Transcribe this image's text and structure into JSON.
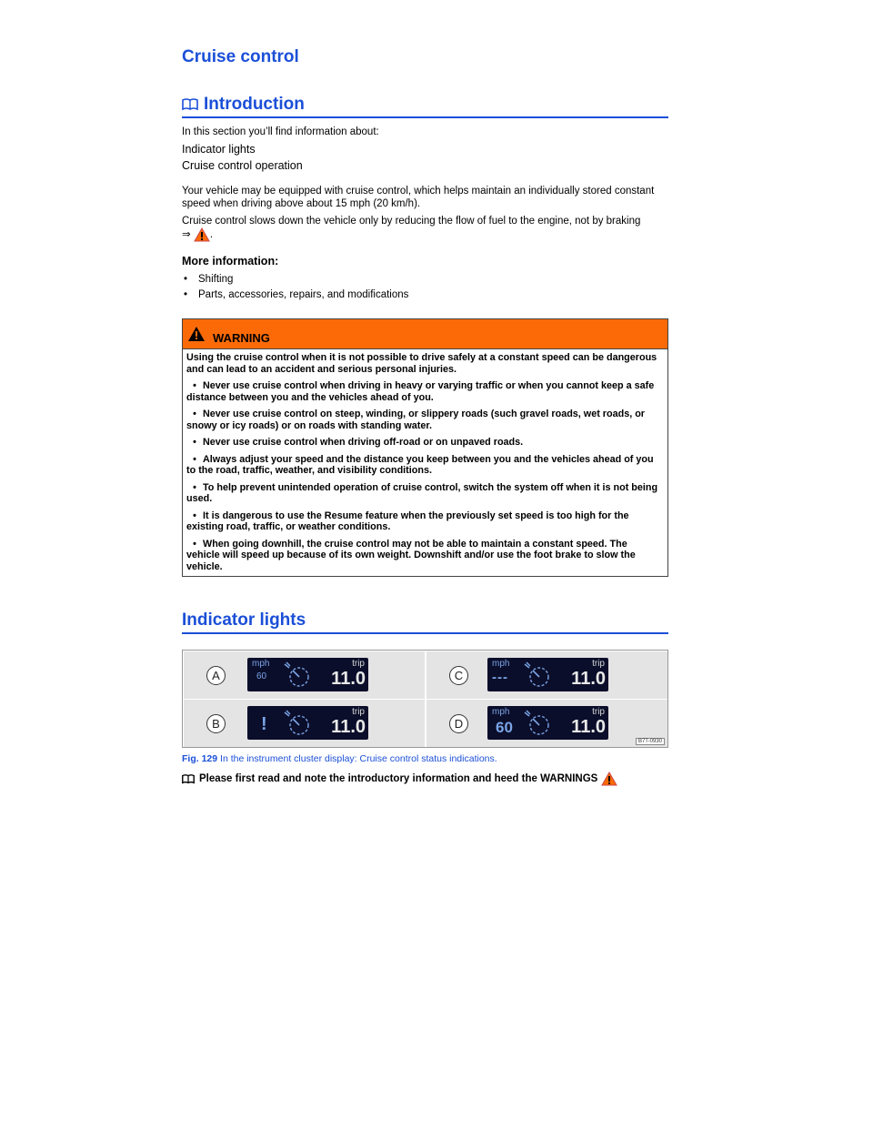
{
  "page": {
    "title": "Cruise control",
    "intro_heading": "Introduction",
    "intro_lead": "In this section you’ll find information about:",
    "topics": [
      "Indicator lights",
      "Cruise control operation"
    ],
    "para1": "Your vehicle may be equipped with cruise control, which helps maintain an individually stored constant speed when driving above about 15 mph (20 km/h).",
    "para2": "Cruise control slows down the vehicle only by reducing the flow of fuel to the engine, not by braking",
    "para2_arrow": "⇒",
    "para2_end": ".",
    "more_heading": "More information:",
    "more_items": [
      "Shifting",
      "Parts, accessories, repairs, and modifications"
    ],
    "warning": {
      "title": "WARNING",
      "lead": "Using the cruise control when it is not possible to drive safely at a constant speed can be dangerous and can lead to an accident and serious personal injuries.",
      "items": [
        "Never use cruise control when driving in heavy or varying traffic or when you cannot keep a safe distance between you and the vehicles ahead of you.",
        "Never use cruise control on steep, winding, or slippery roads (such gravel roads, wet roads, or snowy or icy roads) or on roads with standing water.",
        "Never use cruise control when driving off-road or on unpaved roads.",
        "Always adjust your speed and the distance you keep between you and the vehicles ahead of you to the road, traffic, weather, and visibility conditions.",
        "To help prevent unintended operation of cruise control, switch the system off when it is not being used.",
        "It is dangerous to use the Resume feature when the previously set speed is too high for the existing road, traffic, or weather conditions.",
        "When going downhill, the cruise control may not be able to maintain a constant speed. The vehicle will speed up because of its own weight. Downshift and/or use the foot brake to slow the vehicle."
      ]
    },
    "indicator_heading": "Indicator lights",
    "figure": {
      "panels": [
        {
          "label": "A",
          "unit": "mph",
          "speed": "60",
          "trip": "trip",
          "odo": "11.0"
        },
        {
          "label": "C",
          "unit": "mph",
          "speed": "---",
          "trip": "trip",
          "odo": "11.0"
        },
        {
          "label": "B",
          "unit": "",
          "speed": "!",
          "trip": "trip",
          "odo": "11.0"
        },
        {
          "label": "D",
          "unit": "mph",
          "speed": "60",
          "trip": "trip",
          "odo": "11.0"
        }
      ],
      "code": "B7T-0930",
      "caption_num": "Fig. 129",
      "caption_text": "In the instrument cluster display: Cruise control status indications."
    },
    "note": "Please first read and note the introductory information and heed the WARNINGS"
  },
  "colors": {
    "heading": "#1b4fd8",
    "warning_header": "#fc6a08",
    "display_bg": "#0b0e2a"
  },
  "icons": [
    "book-icon",
    "warning-triangle-icon",
    "speedometer-icon"
  ]
}
